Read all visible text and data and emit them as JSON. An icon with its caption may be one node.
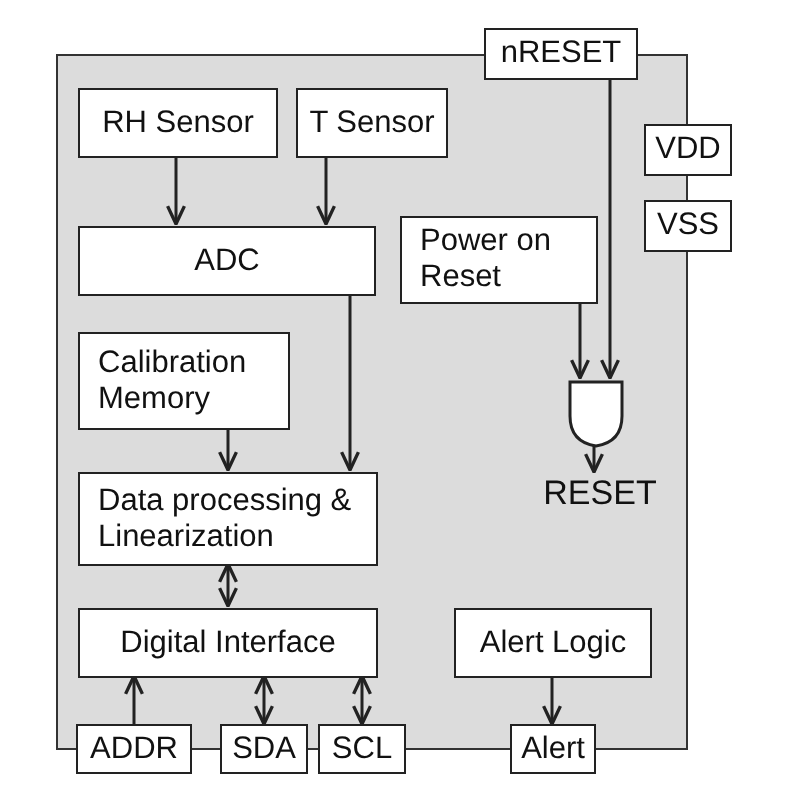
{
  "diagram": {
    "nodes": [
      {
        "text": [],
        "shape": "box"
      },
      {
        "text": [
          "nRESET"
        ]
      },
      {
        "text": [
          "RH Sensor"
        ],
        "in": 0
      },
      {
        "text": [
          "T Sensor"
        ],
        "in": 0
      },
      {
        "text": [
          "VDD"
        ]
      },
      {
        "text": [
          "ADC"
        ],
        "in": 0
      },
      {
        "text": [
          "Power on Reset"
        ],
        "in": 0
      },
      {
        "text": [
          "VSS"
        ]
      },
      {
        "text": [
          "Calibration Memory"
        ],
        "in": 0
      },
      {
        "text": [],
        "shape": "gate",
        "in": 0
      },
      {
        "text": [
          "Data processing & Linearization"
        ],
        "in": 0
      },
      {
        "text": [
          "RESET"
        ],
        "in": 0
      },
      {
        "text": [
          "Digital Interface"
        ],
        "in": 0
      },
      {
        "text": [
          "Alert Logic"
        ],
        "in": 0
      },
      {
        "text": [
          "ADDR"
        ]
      },
      {
        "text": [
          "SDA"
        ]
      },
      {
        "text": [
          "SCL"
        ]
      },
      {
        "text": [
          "Alert"
        ]
      }
    ],
    "edges": [
      {
        "from": 2,
        "to": 5,
        "arrow": "to"
      },
      {
        "from": 3,
        "to": 5,
        "arrow": "to"
      },
      {
        "from": 5,
        "to": 10,
        "arrow": "to"
      },
      {
        "from": 8,
        "to": 10,
        "arrow": "to"
      },
      {
        "from": 10,
        "to": 12,
        "arrow": "both"
      },
      {
        "from": 14,
        "to": 12,
        "arrow": "to"
      },
      {
        "from": 15,
        "to": 12,
        "arrow": "both"
      },
      {
        "from": 16,
        "to": 12,
        "arrow": "both"
      },
      {
        "from": 13,
        "to": 17,
        "arrow": "to"
      },
      {
        "from": 6,
        "to": 9,
        "arrow": "to"
      },
      {
        "from": 1,
        "to": 9,
        "arrow": "to"
      },
      {
        "from": 9,
        "to": 11,
        "arrow": "to"
      }
    ]
  }
}
